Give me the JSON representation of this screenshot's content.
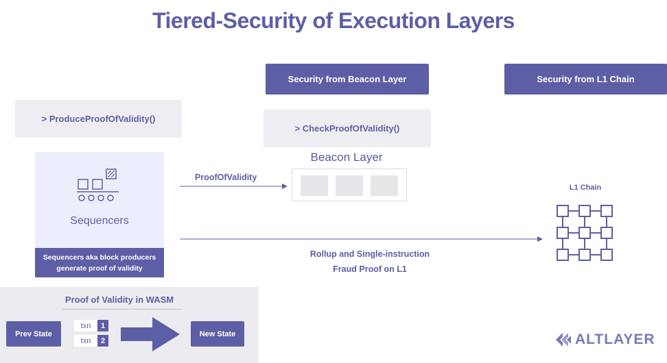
{
  "title": "Tiered-Security of Execution Layers",
  "headers": {
    "beacon": "Security from Beacon Layer",
    "l1": "Security from L1 Chain"
  },
  "functions": {
    "produce": "> ProduceProofOfValidity()",
    "check": "> CheckProofOfValidity()"
  },
  "sequencers": {
    "label": "Sequencers",
    "description_line1": "Sequencers aka block producers",
    "description_line2": "generate proof of validity"
  },
  "beacon": {
    "title": "Beacon Layer",
    "block_count": 3
  },
  "arrows": {
    "proof": "ProofOfValidity",
    "rollup_line1": "Rollup and Single-instruction",
    "rollup_line2": "Fraud Proof on L1"
  },
  "l1": {
    "label": "L1 Chain"
  },
  "wasm": {
    "title": "Proof of Validity in WASM",
    "prev_state": "Prev State",
    "new_state": "New State",
    "txns": [
      {
        "label": "txn",
        "num": "1"
      },
      {
        "label": "txn",
        "num": "2"
      }
    ]
  },
  "logo": {
    "text": "ALTLAYER"
  },
  "colors": {
    "primary": "#5e5ea6",
    "panel_grey": "#eeeef2",
    "sequencer_panel": "#eceefb"
  }
}
